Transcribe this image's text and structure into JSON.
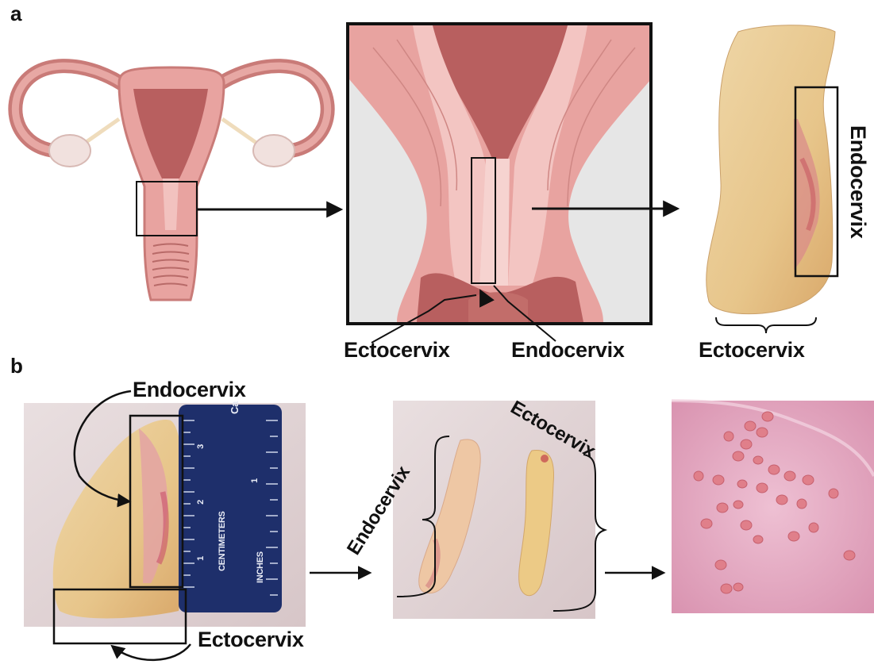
{
  "panels": {
    "a": {
      "letter": "a",
      "zoom_labels": {
        "left": "Ectocervix",
        "right": "Endocervix"
      },
      "tissue_labels": {
        "side": "Endocervix",
        "bottom": "Ectocervix"
      }
    },
    "b": {
      "letter": "b",
      "photo1_labels": {
        "top": "Endocervix",
        "bottom": "Ectocervix"
      },
      "ruler_text": {
        "unit_cm": "CENTIMETERS",
        "unit_in": "INCHES",
        "brand": "Ca",
        "marks": [
          "1",
          "2",
          "3",
          "1"
        ]
      },
      "photo2_labels": {
        "left": "Endocervix",
        "right": "Ectocervix"
      }
    }
  },
  "colors": {
    "tissue_pink": "#e8a3a0",
    "tissue_dark": "#b85f5f",
    "specimen_yellow": "#e9c98f",
    "ruler_blue": "#1e2f6b",
    "dish_pink": "#e6a9c0"
  }
}
